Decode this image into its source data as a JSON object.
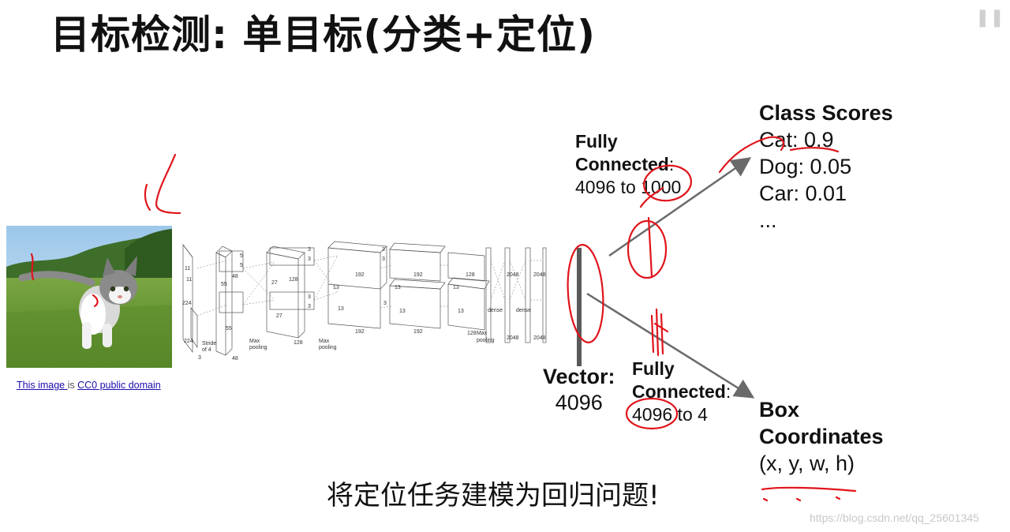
{
  "title": "目标检测: 单目标(分类+定位)",
  "credit": {
    "link1": "This image ",
    "mid": " is ",
    "link2": "CC0 public domain "
  },
  "network": {
    "tick_labels": [
      "11",
      "11",
      "224",
      "224",
      "3",
      "Stride",
      "of 4",
      "5",
      "5",
      "55",
      "55",
      "48",
      "48",
      "Max",
      "pooling",
      "27",
      "27",
      "128",
      "128",
      "3",
      "3",
      "3",
      "3",
      "Max",
      "pooling",
      "13",
      "13",
      "192",
      "192",
      "3",
      "3",
      "3",
      "13",
      "13",
      "192",
      "192",
      "13",
      "13",
      "128",
      "128",
      "Max",
      "pooling",
      "2048",
      "2048",
      "2048",
      "2048",
      "dense",
      "dense"
    ]
  },
  "fc1": {
    "heading1": "Fully",
    "heading2": "Connected",
    "colon": ":",
    "dims": "4096 to 1000"
  },
  "vector": {
    "heading": "Vector:",
    "size": "4096"
  },
  "fc2": {
    "heading1": "Fully",
    "heading2": "Connected",
    "colon": ":",
    "dims": "4096 to 4"
  },
  "class_scores": {
    "heading": "Class Scores",
    "rows": [
      "Cat: 0.9",
      "Dog: 0.05",
      "Car: 0.01",
      "..."
    ]
  },
  "box_coords": {
    "heading1": "Box",
    "heading2": "Coordinates",
    "value": "(x, y, w, h)"
  },
  "caption": "将定位任务建模为回归问题!",
  "watermark": "https://blog.csdn.net/qq_25601345",
  "colors": {
    "annotation": "#e0141b",
    "arrow": "#6a6a6a",
    "text": "#111111",
    "link": "#1a0dab"
  }
}
